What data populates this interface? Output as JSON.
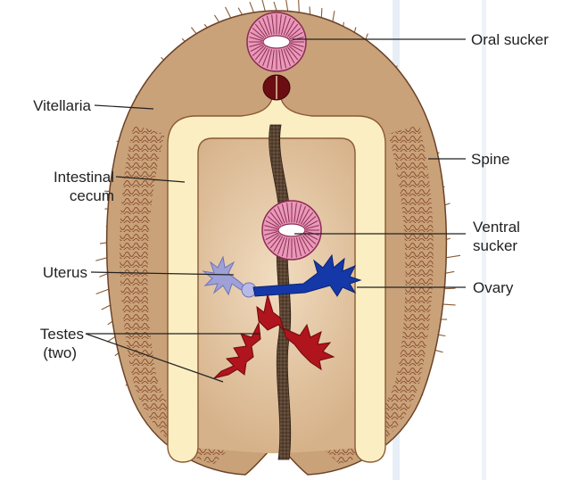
{
  "labels": {
    "oral_sucker": "Oral sucker",
    "vitellaria": "Vitellaria",
    "spine": "Spine",
    "intestinal_cecum_1": "Intestinal",
    "intestinal_cecum_2": "cecum",
    "ventral_sucker_1": "Ventral",
    "ventral_sucker_2": "sucker",
    "uterus": "Uterus",
    "ovary": "Ovary",
    "testes_1": "Testes",
    "testes_2": "(two)"
  },
  "colors": {
    "body_fill": "#c9a27a",
    "body_inner": "#e6c9a4",
    "cecum": "#fbeec2",
    "cecum_edge": "#8a5a34",
    "vitellaria": "#8b4a2a",
    "sucker": "#e89ab8",
    "sucker_lines": "#8e2a55",
    "pharynx": "#6b0d12",
    "gut": "#4a3628",
    "uterus": "#9ea0d8",
    "ovary": "#1438a8",
    "testes": "#b0141c",
    "leader": "#222222",
    "stripe": "#e8eef6"
  }
}
